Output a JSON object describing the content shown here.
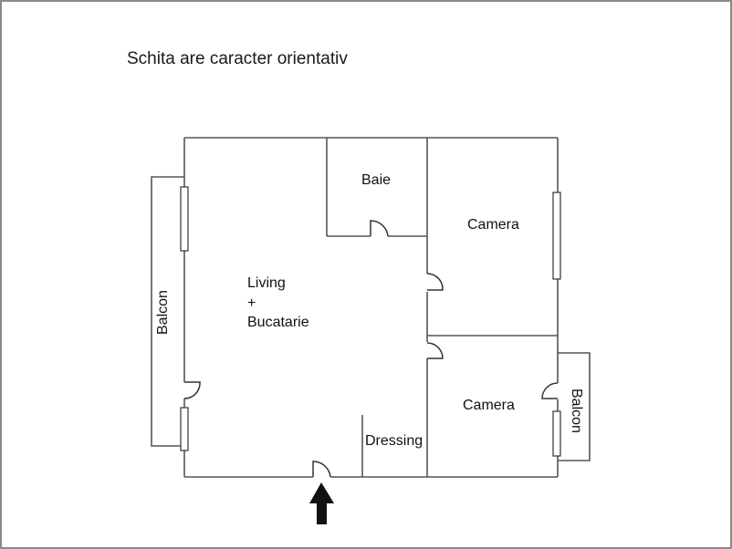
{
  "title": "Schita are caracter orientativ",
  "rooms": {
    "living": {
      "line1": "Living",
      "line2": "+",
      "line3": "Bucatarie"
    },
    "baie": "Baie",
    "camera_1": "Camera",
    "camera_2": "Camera",
    "dressing": "Dressing",
    "balcon_left": "Balcon",
    "balcon_right": "Balcon"
  },
  "entrance": {
    "icon": "arrow-up-icon"
  },
  "colors": {
    "wall": "#555555",
    "frame": "#8a8a8a",
    "text": "#111111",
    "arrow": "#111111"
  }
}
